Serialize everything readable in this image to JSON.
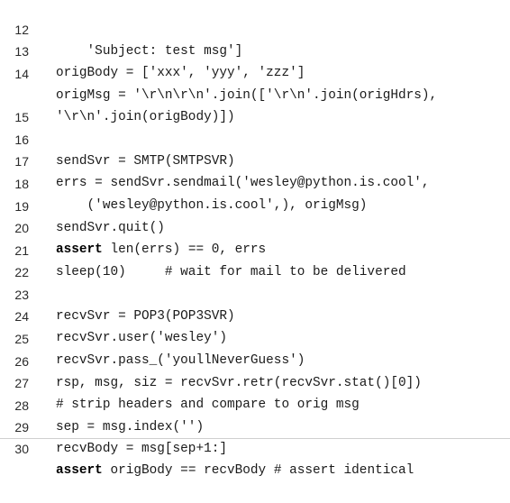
{
  "listing": {
    "lines": [
      {
        "num": "12",
        "kw": "",
        "code": "    'Subject: test msg']"
      },
      {
        "num": "13",
        "kw": "",
        "code": "origBody = ['xxx', 'yyy', 'zzz']"
      },
      {
        "num": "14",
        "kw": "",
        "code": "origMsg = '\\r\\n\\r\\n'.join(['\\r\\n'.join(origHdrs),"
      },
      {
        "num": "",
        "kw": "",
        "code": "'\\r\\n'.join(origBody)])"
      },
      {
        "num": "15",
        "kw": "",
        "code": ""
      },
      {
        "num": "16",
        "kw": "",
        "code": "sendSvr = SMTP(SMTPSVR)"
      },
      {
        "num": "17",
        "kw": "",
        "code": "errs = sendSvr.sendmail('wesley@python.is.cool',"
      },
      {
        "num": "18",
        "kw": "",
        "code": "    ('wesley@python.is.cool',), origMsg)"
      },
      {
        "num": "19",
        "kw": "",
        "code": "sendSvr.quit()"
      },
      {
        "num": "20",
        "kw": "assert",
        "code": " len(errs) == 0, errs"
      },
      {
        "num": "21",
        "kw": "",
        "code": "sleep(10)     # wait for mail to be delivered"
      },
      {
        "num": "22",
        "kw": "",
        "code": ""
      },
      {
        "num": "23",
        "kw": "",
        "code": "recvSvr = POP3(POP3SVR)"
      },
      {
        "num": "24",
        "kw": "",
        "code": "recvSvr.user('wesley')"
      },
      {
        "num": "25",
        "kw": "",
        "code": "recvSvr.pass_('youllNeverGuess')"
      },
      {
        "num": "26",
        "kw": "",
        "code": "rsp, msg, siz = recvSvr.retr(recvSvr.stat()[0])"
      },
      {
        "num": "27",
        "kw": "",
        "code": "# strip headers and compare to orig msg"
      },
      {
        "num": "28",
        "kw": "",
        "code": "sep = msg.index('')"
      },
      {
        "num": "29",
        "kw": "",
        "code": "recvBody = msg[sep+1:]"
      },
      {
        "num": "30",
        "kw": "assert",
        "code": " origBody == recvBody # assert identical"
      }
    ]
  }
}
